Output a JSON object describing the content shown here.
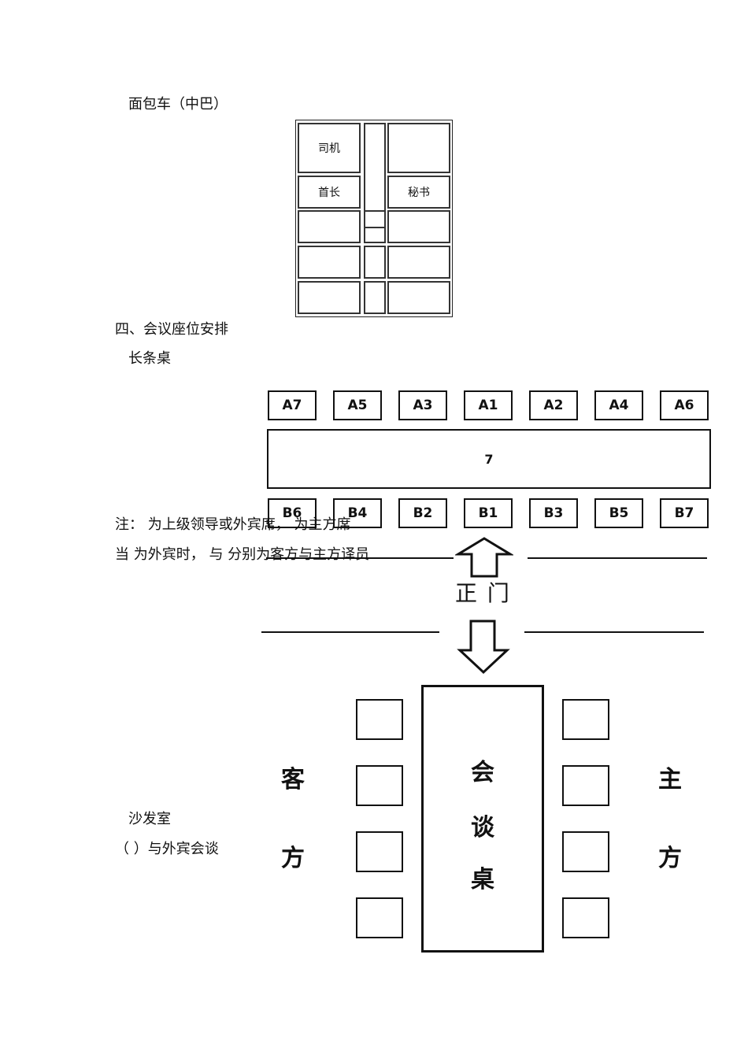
{
  "heading_van": "面包车（中巴）",
  "van": {
    "driver": "司机",
    "chief": "首长",
    "secretary": "秘书"
  },
  "section_title": "四、会议座位安排",
  "long_table_title": "长条桌",
  "long_table": {
    "top_seats": [
      "A7",
      "A5",
      "A3",
      "A1",
      "A2",
      "A4",
      "A6"
    ],
    "bottom_seats": [
      "B6",
      "B4",
      "B2",
      "B1",
      "B3",
      "B5",
      "B7"
    ],
    "table_label": "7"
  },
  "note_line1": "注：   为上级领导或外宾席，   为主方席",
  "note_line2": "当   为外宾时，      与      分别为客方与主方译员",
  "entrance_label": "正 门",
  "meeting": {
    "table_chars": [
      "会",
      "谈",
      "桌"
    ],
    "guest_chars": [
      "客",
      "方"
    ],
    "host_chars": [
      "主",
      "方"
    ]
  },
  "sofa_room": "沙发室",
  "sofa_note": "（ ）与外宾会谈"
}
